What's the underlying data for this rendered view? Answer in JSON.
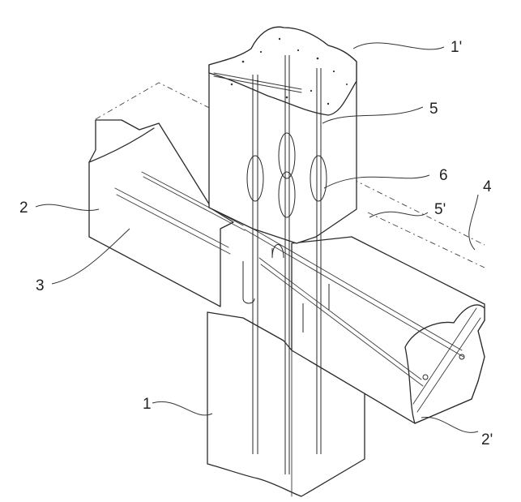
{
  "labels": {
    "lower_column": "1",
    "upper_column": "1'",
    "beam_left": "2",
    "beam_right_section": "2'",
    "beam_rebar": "3",
    "beam_outline": "4",
    "column_rebar": "5",
    "column_rebar_lower": "5'",
    "rebar_coupler": "6"
  }
}
